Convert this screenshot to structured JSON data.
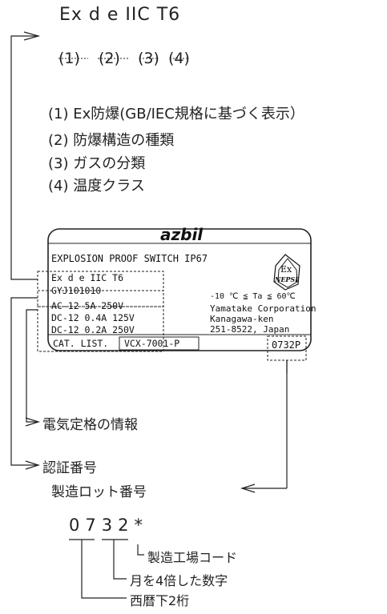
{
  "top_code": {
    "text": "Ex d e IIC T6",
    "nums": [
      "(1)",
      "(2)",
      "(3)",
      "(4)"
    ]
  },
  "legend": [
    "(1) Ex防爆(GB/IEC規格に基づく表示）",
    "(2) 防爆構造の種類",
    "(3) ガスの分類",
    "(4) 温度クラス"
  ],
  "plate": {
    "brand": "azbil",
    "title": "EXPLOSION PROOF SWITCH  IP67",
    "ex_code": "Ex d e IIC T6",
    "cert_no": "GYJ101010",
    "ratings": [
      "AC-12 5A 250V",
      "DC-12 0.4A 125V",
      "DC-12 0.2A 250V"
    ],
    "temp_range": "-10 ℃ ≦ Ta ≦ 60℃",
    "company": "Yamatake Corporation",
    "address1": "Kanagawa-ken",
    "address2": "251-8522, Japan",
    "cat_label": "CAT. LIST.",
    "cat_no": "VCX-7001-P",
    "lot_no": "0732P",
    "mark_text_1": "Ex",
    "mark_text_2": "NEPSI"
  },
  "callouts": {
    "electrical": "電気定格の情報",
    "certification": "認証番号",
    "lot": "製造ロット番号"
  },
  "lot_example": {
    "digits": "0732*",
    "factory_code": "製造工場コード",
    "month": "月を4倍した数字",
    "year": "西暦下2桁"
  }
}
